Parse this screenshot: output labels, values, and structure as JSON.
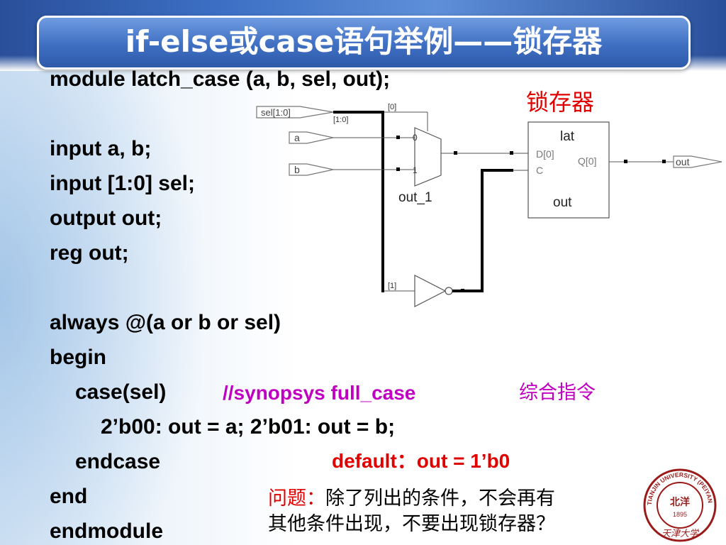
{
  "title": "if-else或case语句举例——锁存器",
  "latch_label": "锁存器",
  "code": {
    "line1": "module latch_case (a, b, sel, out);",
    "line2": "input a, b;",
    "line3": "input [1:0] sel;",
    "line4": "output out;",
    "line5": "reg out;",
    "line6": "always @(a or b or sel)",
    "line7": "begin",
    "line8": "case(sel)",
    "line9": "2’b00: out = a; 2’b01: out = b;",
    "line10": "endcase",
    "line11": "end",
    "line12": "endmodule"
  },
  "synopsys_comment": "//synopsys full_case",
  "synopsys_note": "综合指令",
  "default_line": "default：out = 1’b0",
  "question_label": "问题：",
  "question_text_1": "除了列出的条件，不会再有",
  "question_text_2": "其他条件出现，不要出现锁存器？",
  "schematic": {
    "port_sel": "sel[1:0]",
    "port_a": "a",
    "port_b": "b",
    "port_out": "out",
    "bus_label": "[1:0]",
    "bit0_label": "[0]",
    "bit1_label": "[1]",
    "mux_in0": "0",
    "mux_in1": "1",
    "mux_name": "out_1",
    "latch_title": "lat",
    "latch_d": "D[0]",
    "latch_c": "C",
    "latch_q": "Q[0]",
    "latch_name": "out"
  },
  "seal": {
    "ring_text": "TIANJIN UNIVERSITY (PEIYANG UNIVERSITY)",
    "year": "1895",
    "center": "北洋",
    "signature": "天津大学"
  },
  "colors": {
    "title_bg": "#3f6fc2",
    "red": "#e00000",
    "magenta": "#c000c0"
  }
}
